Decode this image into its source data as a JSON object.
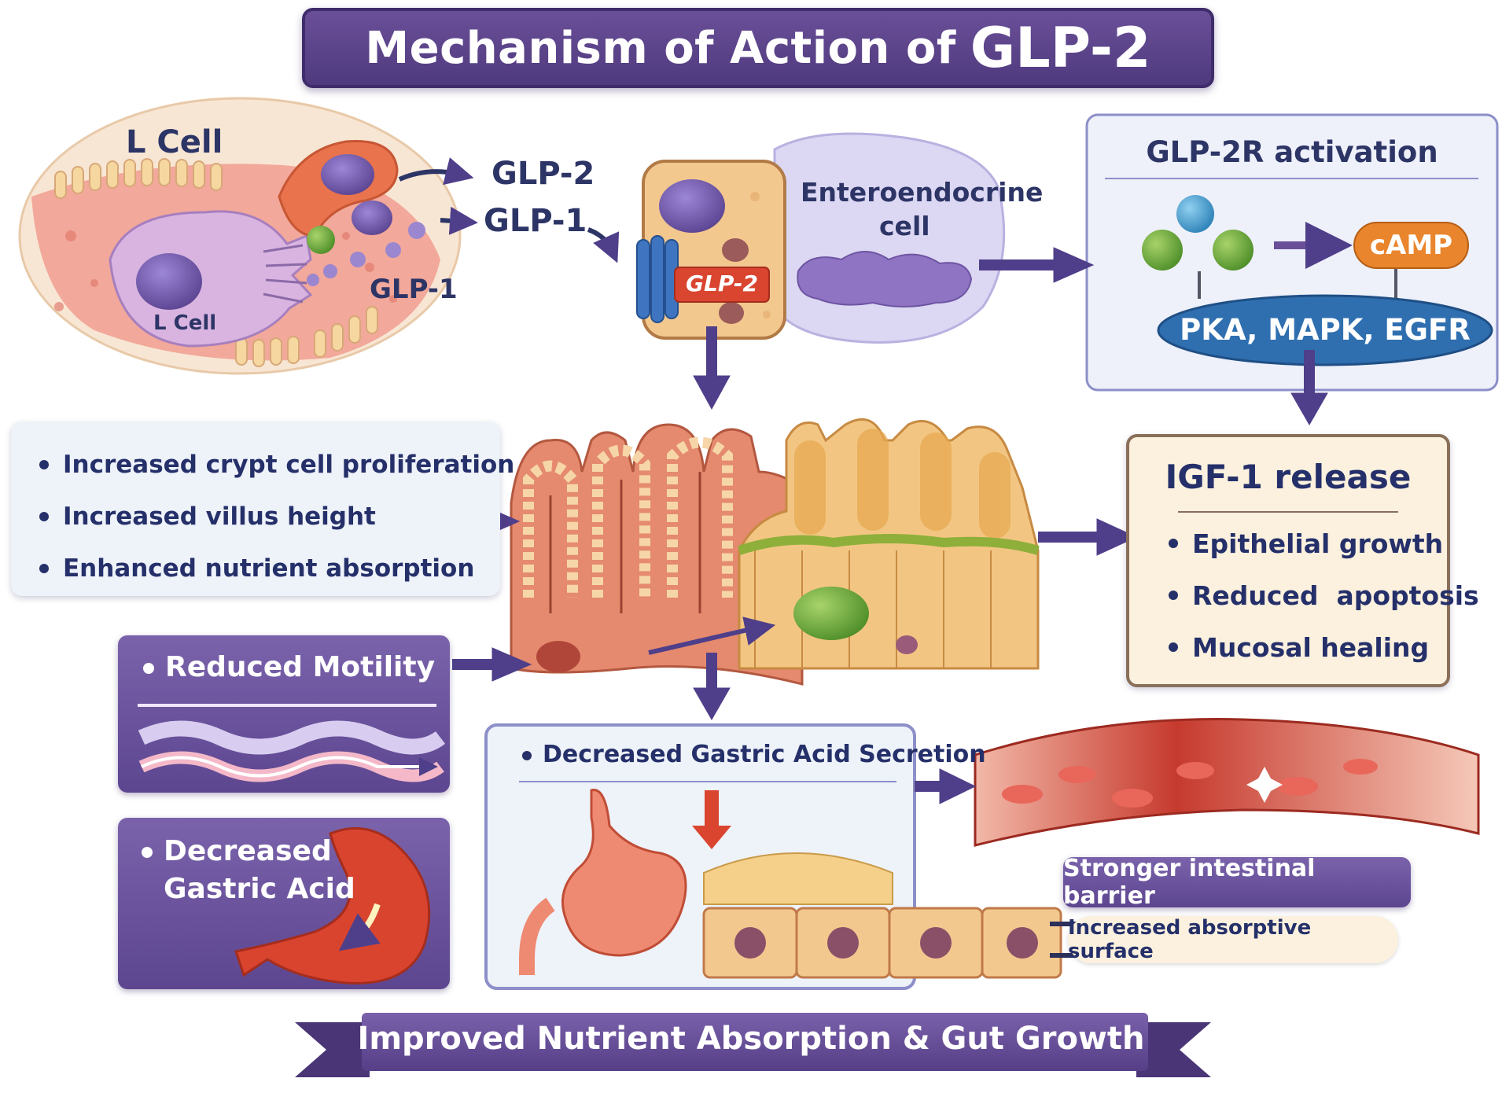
{
  "title": {
    "prefix": "Mechanism of Action of",
    "highlight": "GLP-2"
  },
  "l_cell": {
    "label_top": "L Cell",
    "label_inner": "L Cell",
    "secretions": [
      "GLP-2",
      "GLP-1",
      "GLP-1"
    ]
  },
  "enteroendocrine": {
    "label": [
      "Enteroendocrine",
      "cell"
    ],
    "receptor_tag": "GLP-2"
  },
  "glp2r_panel": {
    "title": "GLP-2R activation",
    "messenger": "cAMP",
    "pathways": "PKA, MAPK, EGFR"
  },
  "left_effects": [
    "Increased crypt cell proliferation",
    "Increased villus height",
    "Enhanced nutrient absorption"
  ],
  "igf_panel": {
    "title": "IGF-1 release",
    "items": [
      "Epithelial growth",
      "Reduced  apoptosis",
      "Mucosal healing"
    ]
  },
  "motility_card": {
    "label": "Reduced Motility"
  },
  "acid_card": {
    "label_line1": "Decreased",
    "label_line2": "Gastric Acid"
  },
  "secretion_panel": {
    "title": "Decreased Gastric Acid Secretion"
  },
  "barrier": {
    "label": "Stronger intestinal barrier",
    "surface": "Increased absorptive surface"
  },
  "footer": "Improved Nutrient Absorption & Gut Growth",
  "colors": {
    "banner": "#5a4388",
    "navy_text": "#2d3566",
    "arrow": "#4f3f8a",
    "glp2_tag": "#d9452f",
    "camp": "#e9852d",
    "pathway": "#2f6fb0",
    "igf_bg": "#fbf1de",
    "effects_bg": "#eef2f9"
  },
  "icons": [
    "arrow-right-icon",
    "arrow-down-icon",
    "red-down-arrow-icon",
    "sparkle-icon"
  ]
}
